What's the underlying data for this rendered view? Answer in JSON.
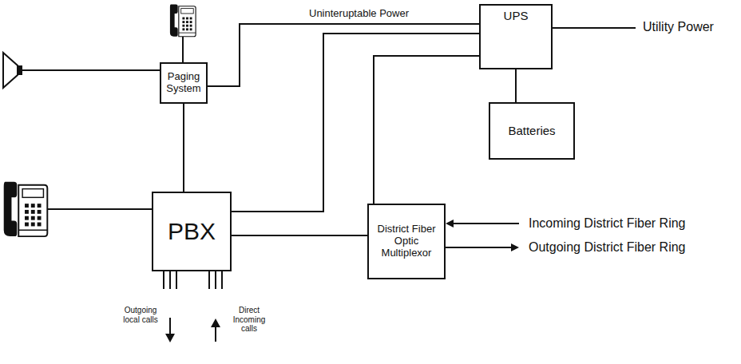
{
  "diagram": {
    "nodes": [
      {
        "text": [
          "Paging System"
        ]
      },
      {
        "text": [
          "UPS"
        ]
      },
      {
        "text": [
          "Batteries"
        ]
      },
      {
        "text": [
          "PBX"
        ]
      },
      {
        "text": [
          "District Fiber Optic Multiplexor"
        ]
      }
    ],
    "edges": [
      {
        "from": 1,
        "to": 0,
        "arrow": "none",
        "label": "Uninteruptable Power"
      },
      {
        "from": 1,
        "to": 3,
        "arrow": "none"
      },
      {
        "from": 1,
        "to": 4,
        "arrow": "none"
      },
      {
        "from": 1,
        "to": 2,
        "arrow": "none"
      },
      {
        "from": 0,
        "to": 3,
        "arrow": "none"
      },
      {
        "from": 3,
        "to": 4,
        "arrow": "none"
      }
    ],
    "labels": [
      "Utility Power",
      "Incoming District Fiber Ring",
      "Outgoing District Fiber Ring",
      "Outgoing local calls",
      "Direct Incoming calls"
    ]
  }
}
